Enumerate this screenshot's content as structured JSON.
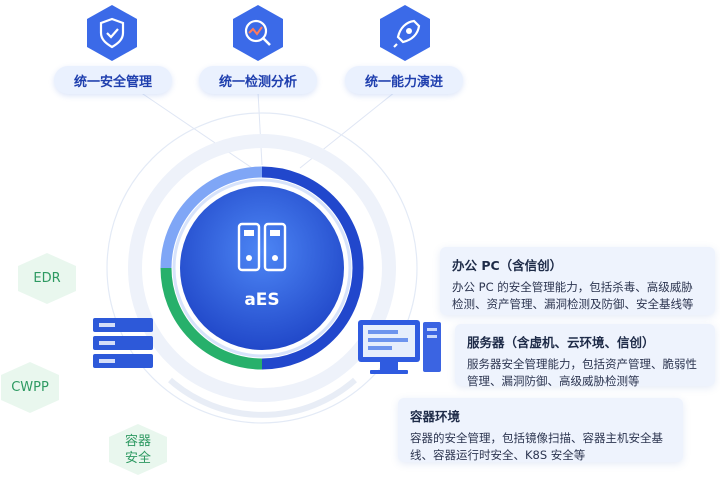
{
  "top_items": [
    {
      "label": "统一安全管理",
      "icon": "shield-check-icon"
    },
    {
      "label": "统一检测分析",
      "icon": "magnify-chart-icon"
    },
    {
      "label": "统一能力演进",
      "icon": "rocket-icon"
    }
  ],
  "center": {
    "label": "aES",
    "icon": "server-binder-icon"
  },
  "left_hexes": [
    {
      "label": "EDR"
    },
    {
      "label": "CWPP"
    },
    {
      "label": "容器\n安全"
    }
  ],
  "cards": [
    {
      "title": "办公 PC（含信创）",
      "desc": "办公 PC 的安全管理能力，包括杀毒、高级威胁检测、资产管理、漏洞检测及防御、安全基线等"
    },
    {
      "title": "服务器（含虚机、云环境、信创）",
      "desc": "服务器安全管理能力，包括资产管理、脆弱性管理、漏洞防御、高级威胁检测等"
    },
    {
      "title": "容器环境",
      "desc": "容器的安全管理，包括镜像扫描、容器主机安全基线、容器运行时安全、K8S 安全等"
    }
  ],
  "colors": {
    "accent_blue": "#2f5be0",
    "green": "#27b06b",
    "pill_bg": "#eaf1fe",
    "hex_green": "#e9f7ee"
  }
}
